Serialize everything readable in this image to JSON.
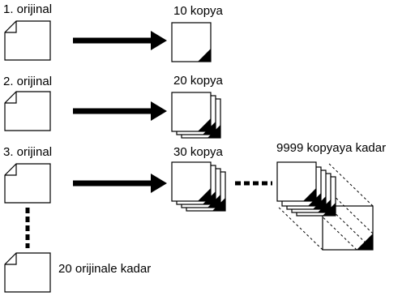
{
  "rows": [
    {
      "original_label": "1. orijinal",
      "copies_label": "10 kopya"
    },
    {
      "original_label": "2. orijinal",
      "copies_label": "20 kopya"
    },
    {
      "original_label": "3. orijinal",
      "copies_label": "30 kopya"
    }
  ],
  "max_copies_label": "9999 kopyaya kadar",
  "max_originals_label": "20 orijinale kadar",
  "colors": {
    "ink": "#000000",
    "paper": "#ffffff"
  }
}
